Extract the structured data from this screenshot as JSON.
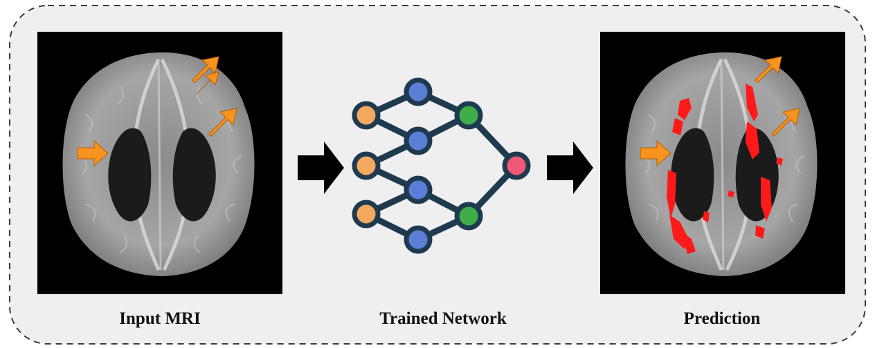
{
  "colors": {
    "border": "#3a3a3a",
    "background": "#efefef",
    "arrow_annotation": "#f7931e",
    "flow_arrow": "#000000",
    "node_input": "#f5a860",
    "node_hidden": "#5b7fd6",
    "node_second": "#3fae49",
    "node_output": "#ee5a73",
    "edge": "#1e3a4f",
    "lesion": "#ff1a1a"
  },
  "stages": [
    {
      "label": "Input MRI"
    },
    {
      "label": "Trained Network"
    },
    {
      "label": "Prediction"
    }
  ],
  "icons": [
    "right-arrow-icon",
    "neural-network-icon",
    "annotation-arrow-icon"
  ]
}
